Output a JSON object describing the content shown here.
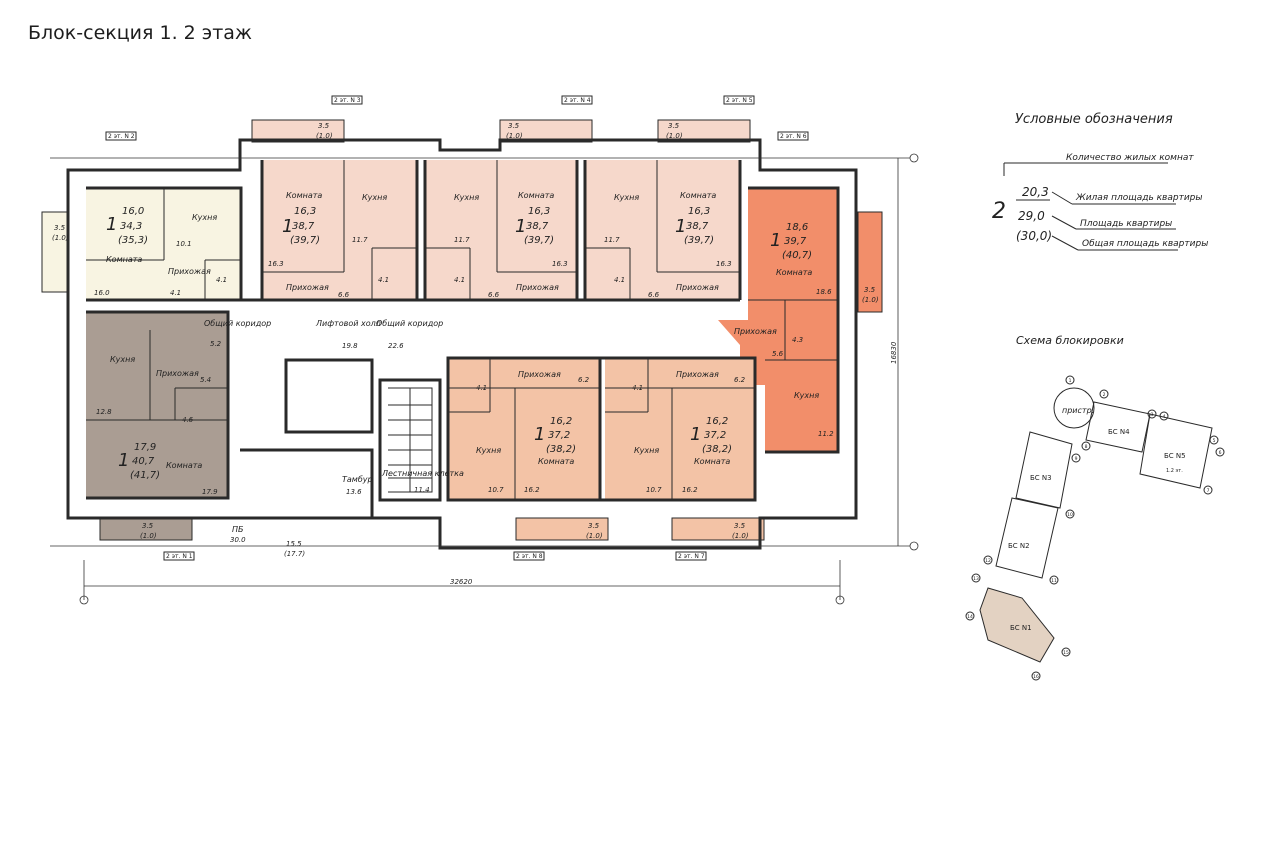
{
  "title": "Блок-секция 1. 2 этаж",
  "colors": {
    "apt_1_yellow": "#f8f4e2",
    "apt_2_gray": "#aa9d93",
    "apt_pink": "#f6d8cb",
    "apt_peach": "#f3c3a6",
    "apt_orange": "#f28e6a",
    "wall": "#2a2a2a"
  },
  "apartments": [
    {
      "id": "a1",
      "rooms": "1",
      "living": "16,0",
      "area": "34,3",
      "total": "(35,3)"
    },
    {
      "id": "a2",
      "rooms": "1",
      "living": "16,3",
      "area": "38,7",
      "total": "(39,7)"
    },
    {
      "id": "a3",
      "rooms": "1",
      "living": "16,3",
      "area": "38,7",
      "total": "(39,7)"
    },
    {
      "id": "a4",
      "rooms": "1",
      "living": "16,3",
      "area": "38,7",
      "total": "(39,7)"
    },
    {
      "id": "a5",
      "rooms": "1",
      "living": "18,6",
      "area": "39,7",
      "total": "(40,7)"
    },
    {
      "id": "a6",
      "rooms": "1",
      "living": "17,9",
      "area": "40,7",
      "total": "(41,7)"
    },
    {
      "id": "a7",
      "rooms": "1",
      "living": "16,2",
      "area": "37,2",
      "total": "(38,2)"
    },
    {
      "id": "a8",
      "rooms": "1",
      "living": "16,2",
      "area": "37,2",
      "total": "(38,2)"
    }
  ],
  "room_labels": {
    "room": "Комната",
    "kitchen": "Кухня",
    "hall": "Прихожая",
    "common_corridor": "Общий коридор",
    "lift_hall": "Лифтовой холл",
    "vestibule": "Тамбур",
    "stair": "Лестничная клетка",
    "pb": "ПБ"
  },
  "room_areas": {
    "a1_room": "16.0",
    "a1_kitchen": "10.1",
    "a1_hall": "4.1",
    "a1_bath": "4.1",
    "a2_room": "16.3",
    "a2_kitchen": "11.7",
    "a2_hall": "6.6",
    "a2_bath": "4.1",
    "a3_room": "16.3",
    "a3_kitchen": "11.7",
    "a3_hall": "6.6",
    "a3_bath": "4.1",
    "a4_room": "16.3",
    "a4_kitchen": "11.7",
    "a4_hall": "6.6",
    "a4_bath": "4.1",
    "a5_room": "18.6",
    "a5_kitchen": "11.2",
    "a5_hall": "5.6",
    "a5_bath": "4.3",
    "a6_room": "17.9",
    "a6_kitchen": "12.8",
    "a6_hall": "5.4",
    "a6_bath": "4.6",
    "a7_room": "16.2",
    "a7_kitchen": "10.7",
    "a7_hall": "6.2",
    "a7_bath": "4.1",
    "a8_room": "16.2",
    "a8_kitchen": "10.7",
    "a8_hall": "6.2",
    "a8_bath": "4.1",
    "corridor_left": "5.2",
    "lift_hall": "19.8",
    "corridor_right": "22.6",
    "vestibule": "13.6",
    "stair": "11.4",
    "entrance": "15.5",
    "entrance_total": "(17.7)",
    "pb": "30.0"
  },
  "balconies": {
    "area": "3.5",
    "total": "(1.0)",
    "tags": [
      "2 эт. N 1",
      "2 эт. N 2",
      "2 эт. N 3",
      "2 эт. N 4",
      "2 эт. N 5",
      "2 эт. N 6",
      "2 эт. N 7",
      "2 эт. N 8"
    ]
  },
  "dimensions": {
    "width": "32620",
    "height": "16830"
  },
  "legend": {
    "title": "Условные обозначения",
    "rooms_label": "Количество жилых комнат",
    "sample_rooms": "2",
    "sample_living": "20,3",
    "sample_area": "29,0",
    "sample_total": "(30,0)",
    "living_label": "Жилая площадь квартиры",
    "area_label": "Площадь квартиры",
    "total_label": "Общая площадь квартиры"
  },
  "scheme": {
    "title": "Схема блокировки",
    "sections": [
      "БС N1",
      "БС N2",
      "БС N3",
      "БС N4",
      "БС N5"
    ],
    "annex": "пристр.",
    "gap": "1.2 эт.",
    "axis_markers": [
      "1",
      "2",
      "3",
      "4",
      "5",
      "6",
      "7",
      "8",
      "9",
      "10",
      "11",
      "12",
      "13",
      "14",
      "15",
      "16"
    ]
  }
}
